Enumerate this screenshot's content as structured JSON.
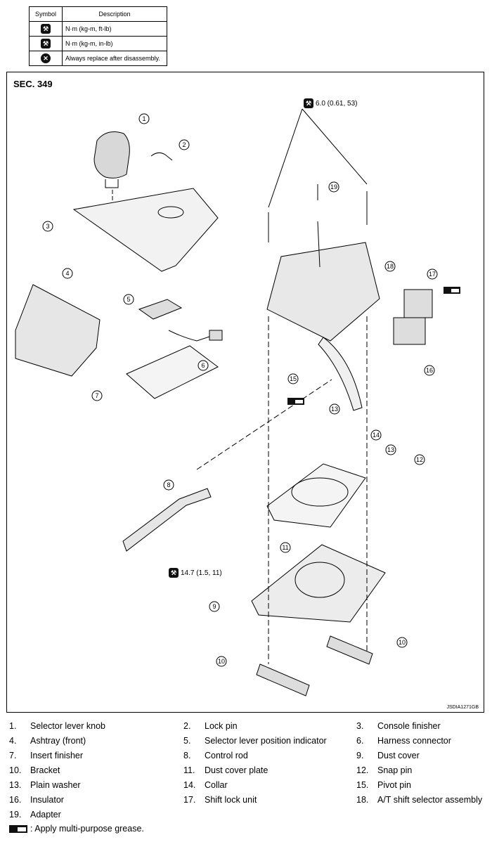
{
  "symbols": {
    "header_symbol": "Symbol",
    "header_description": "Description",
    "rows": [
      {
        "icon": "torque-ftlb-icon",
        "description": "N·m (kg-m, ft-lb)"
      },
      {
        "icon": "torque-inlb-icon",
        "description": "N·m (kg-m, in-lb)"
      },
      {
        "icon": "replace-icon",
        "description": "Always replace after disassembly."
      }
    ]
  },
  "diagram": {
    "section": "SEC. 349",
    "code": "JSDIA1271GB",
    "torque_top": "6.0 (0.61, 53)",
    "torque_bottom": "14.7 (1.5, 11)",
    "callouts": [
      "1",
      "2",
      "3",
      "4",
      "5",
      "6",
      "7",
      "8",
      "9",
      "10",
      "10",
      "11",
      "12",
      "13",
      "13",
      "14",
      "15",
      "16",
      "17",
      "18",
      "19"
    ]
  },
  "legend": [
    {
      "num": "1.",
      "label": "Selector lever knob"
    },
    {
      "num": "2.",
      "label": "Lock pin"
    },
    {
      "num": "3.",
      "label": "Console finisher"
    },
    {
      "num": "4.",
      "label": "Ashtray (front)"
    },
    {
      "num": "5.",
      "label": "Selector lever position indicator"
    },
    {
      "num": "6.",
      "label": "Harness connector"
    },
    {
      "num": "7.",
      "label": "Insert finisher"
    },
    {
      "num": "8.",
      "label": "Control rod"
    },
    {
      "num": "9.",
      "label": "Dust cover"
    },
    {
      "num": "10.",
      "label": "Bracket"
    },
    {
      "num": "11.",
      "label": "Dust cover plate"
    },
    {
      "num": "12.",
      "label": "Snap pin"
    },
    {
      "num": "13.",
      "label": "Plain washer"
    },
    {
      "num": "14.",
      "label": "Collar"
    },
    {
      "num": "15.",
      "label": "Pivot pin"
    },
    {
      "num": "16.",
      "label": "Insulator"
    },
    {
      "num": "17.",
      "label": "Shift lock unit"
    },
    {
      "num": "18.",
      "label": "A/T shift selector assembly"
    },
    {
      "num": "19.",
      "label": "Adapter"
    }
  ],
  "grease_note": ": Apply multi-purpose grease."
}
